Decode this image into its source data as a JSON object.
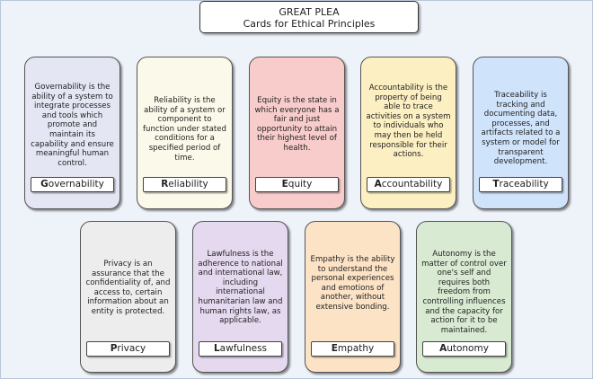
{
  "title": {
    "line1": "GREAT PLEA",
    "line2": "Cards for Ethical Principles"
  },
  "cards": [
    {
      "id": "governability",
      "initial": "G",
      "rest": "overnability",
      "description": "Governability is the ability of a system to integrate processes and tools which promote and maintain its capability and ensure meaningful human control.",
      "color": "#e4e6f3"
    },
    {
      "id": "reliability",
      "initial": "R",
      "rest": "eliability",
      "description": "Reliability is the ability of a system or component to function under stated conditions for a specified period of time.",
      "color": "#fbf9e9"
    },
    {
      "id": "equity",
      "initial": "E",
      "rest": "quity",
      "description": "Equity is the state in which everyone has a fair and just opportunity to attain their highest level of health.",
      "color": "#f9cccc"
    },
    {
      "id": "accountability",
      "initial": "A",
      "rest": "ccountability",
      "description": "Accountability is the property of being able to trace activities on a system to individuals who may then be held responsible for their actions.",
      "color": "#fcefc2"
    },
    {
      "id": "traceability",
      "initial": "T",
      "rest": "raceability",
      "description": "Traceability is tracking and documenting data, processes, and artifacts related to a system or model for transparent development.",
      "color": "#cfe3fb"
    },
    {
      "id": "privacy",
      "initial": "P",
      "rest": "rivacy",
      "description": "Privacy is an assurance that the confidentiality of, and access to, certain information about an entity is protected.",
      "color": "#ededed"
    },
    {
      "id": "lawfulness",
      "initial": "L",
      "rest": "awfulness",
      "description": "Lawfulness is the adherence to national and international law, including international humanitarian law and human rights law, as applicable.",
      "color": "#e4d9ef"
    },
    {
      "id": "empathy",
      "initial": "E",
      "rest": "mpathy",
      "description": "Empathy is the ability to understand the personal experiences and emotions of another, without extensive bonding.",
      "color": "#fde3c6"
    },
    {
      "id": "autonomy",
      "initial": "A",
      "rest": "utonomy",
      "description": "Autonomy is the matter of control over one's self and requires both freedom from controlling influences and the capacity for action for it to be maintained.",
      "color": "#d9ead3"
    }
  ]
}
